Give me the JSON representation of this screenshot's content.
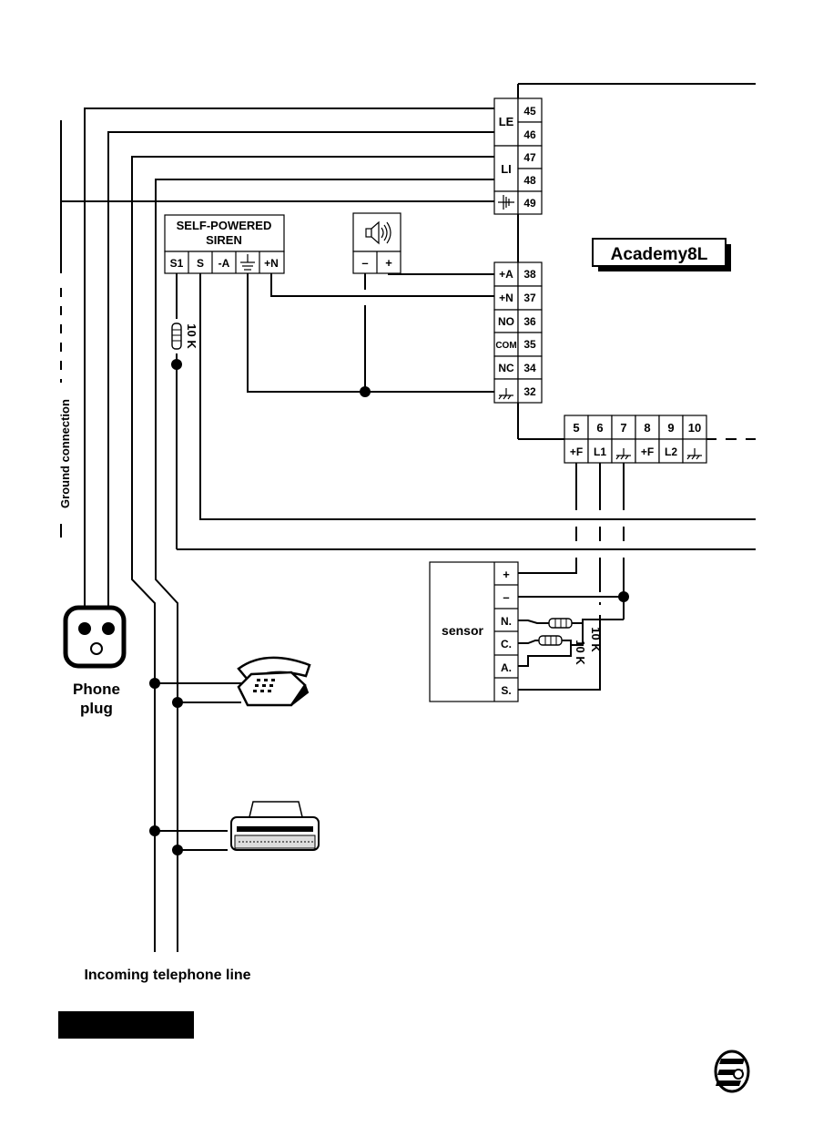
{
  "panel": {
    "name": "Academy8L",
    "terminals_top": [
      {
        "group": "LE",
        "numbers": [
          "45",
          "46"
        ]
      },
      {
        "group": "LI",
        "numbers": [
          "47",
          "48"
        ]
      },
      {
        "group": "ground-symbol",
        "numbers": [
          "49"
        ]
      }
    ],
    "terminals_mid": [
      {
        "label": "+A",
        "number": "38"
      },
      {
        "label": "+N",
        "number": "37"
      },
      {
        "label": "NO",
        "number": "36"
      },
      {
        "label": "COM",
        "number": "35"
      },
      {
        "label": "NC",
        "number": "34"
      },
      {
        "label": "ground-symbol",
        "number": "32"
      }
    ],
    "terminals_bottom": [
      {
        "number": "5",
        "label": "+F"
      },
      {
        "number": "6",
        "label": "L1"
      },
      {
        "number": "7",
        "label": "ground-symbol"
      },
      {
        "number": "8",
        "label": "+F"
      },
      {
        "number": "9",
        "label": "L2"
      },
      {
        "number": "10",
        "label": "ground-symbol"
      }
    ]
  },
  "siren": {
    "title_line1": "SELF-POWERED",
    "title_line2": "SIREN",
    "terminals": [
      "S1",
      "S",
      "-A",
      "ground-symbol",
      "+N"
    ]
  },
  "speaker": {
    "icon": "speaker-icon",
    "terminals": [
      "–",
      "+"
    ]
  },
  "sensor": {
    "label": "sensor",
    "terminals": [
      "+",
      "–",
      "N.",
      "C.",
      "A.",
      "S."
    ]
  },
  "resistors": {
    "siren": "10 K",
    "sensor_a": "10 K",
    "sensor_b": "10 K"
  },
  "labels": {
    "ground": "Ground connection",
    "phone_plug_line1": "Phone",
    "phone_plug_line2": "plug",
    "incoming_line": "Incoming telephone line"
  },
  "icons": {
    "telephone": "telephone-icon",
    "fax": "fax-machine-icon",
    "logo": "manufacturer-logo-icon",
    "socket": "phone-socket-icon"
  }
}
